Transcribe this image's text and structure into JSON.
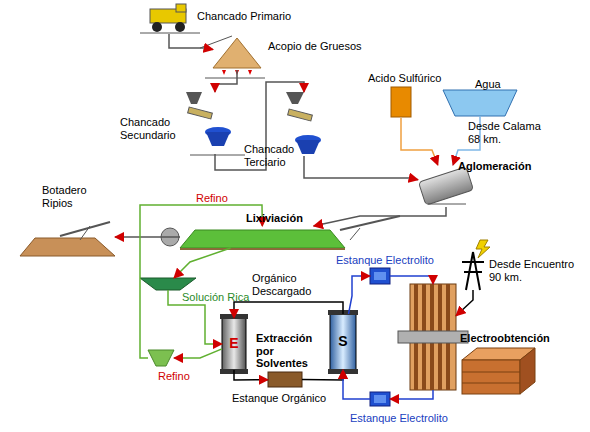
{
  "diagram": {
    "nodes": [
      {
        "text": [
          "Chancado Primario"
        ]
      },
      {
        "text": [
          "Acopio de Gruesos"
        ]
      },
      {
        "text": [
          "Chancado Secundario"
        ]
      },
      {
        "text": [
          "Chancado Terciario"
        ]
      },
      {
        "text": [
          "Acido Sulfúrico"
        ]
      },
      {
        "text": [
          "Agua",
          "Desde Calama 68 km."
        ]
      },
      {
        "text": [
          "Aglomeración"
        ]
      },
      {
        "text": [
          "Lixiviación"
        ]
      },
      {
        "text": [
          "Botadero Ripios"
        ]
      },
      {
        "text": [
          "Solución Rica"
        ]
      },
      {
        "text": [
          "E"
        ]
      },
      {
        "text": [
          "S"
        ]
      },
      {
        "text": [
          "Estanque Electrolito"
        ]
      },
      {
        "text": [
          "Electroobtención"
        ]
      },
      {
        "text": [
          "Estanque Electrolito"
        ]
      },
      {
        "text": [
          "Estanque Orgánico"
        ]
      },
      {
        "text": [
          "Refino"
        ]
      },
      {
        "text": [
          "Desde Encuentro 90 km."
        ]
      }
    ],
    "edges": [
      {
        "from": 0,
        "to": 1,
        "arrow": "to"
      },
      {
        "from": 1,
        "to": 2,
        "arrow": "to"
      },
      {
        "from": 2,
        "to": 3,
        "arrow": "to"
      },
      {
        "from": 3,
        "to": 6,
        "arrow": "to"
      },
      {
        "from": 4,
        "to": 6,
        "arrow": "to"
      },
      {
        "from": 5,
        "to": 6,
        "arrow": "to"
      },
      {
        "from": 6,
        "to": 7,
        "arrow": "to"
      },
      {
        "from": 7,
        "to": 8,
        "arrow": "to"
      },
      {
        "from": 7,
        "to": 9,
        "arrow": "to"
      },
      {
        "from": 9,
        "to": 10,
        "arrow": "to"
      },
      {
        "from": 10,
        "to": 16,
        "arrow": "to"
      },
      {
        "from": 16,
        "to": 7,
        "label": "Refino",
        "arrow": "to"
      },
      {
        "from": 10,
        "to": 15,
        "arrow": "to"
      },
      {
        "from": 15,
        "to": 11,
        "arrow": "to"
      },
      {
        "from": 11,
        "to": 10,
        "label": "Orgánico Descargado",
        "arrow": "to"
      },
      {
        "from": 11,
        "to": 12,
        "arrow": "to"
      },
      {
        "from": 12,
        "to": 13,
        "arrow": "to"
      },
      {
        "from": 13,
        "to": 14,
        "arrow": "to"
      },
      {
        "from": 14,
        "to": 11,
        "arrow": "to"
      },
      {
        "from": 17,
        "to": 13,
        "arrow": "to"
      }
    ],
    "labels": [
      "Extracción por Solventes"
    ]
  }
}
